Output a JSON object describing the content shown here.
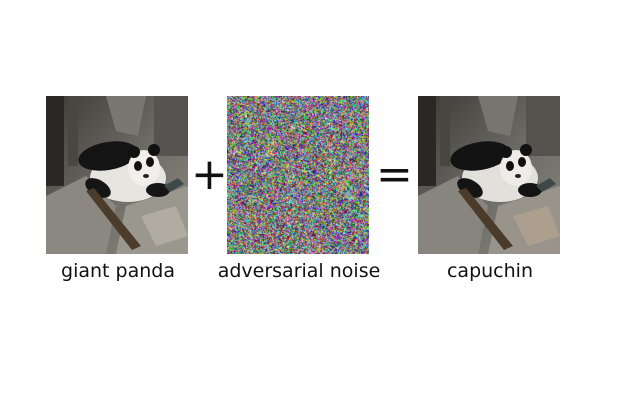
{
  "operators": {
    "plus": "+",
    "equals": "="
  },
  "labels": {
    "original": "giant panda",
    "noise": "adversarial noise",
    "result": "capuchin"
  },
  "colors": {
    "background": "#ffffff",
    "text": "#111111"
  }
}
